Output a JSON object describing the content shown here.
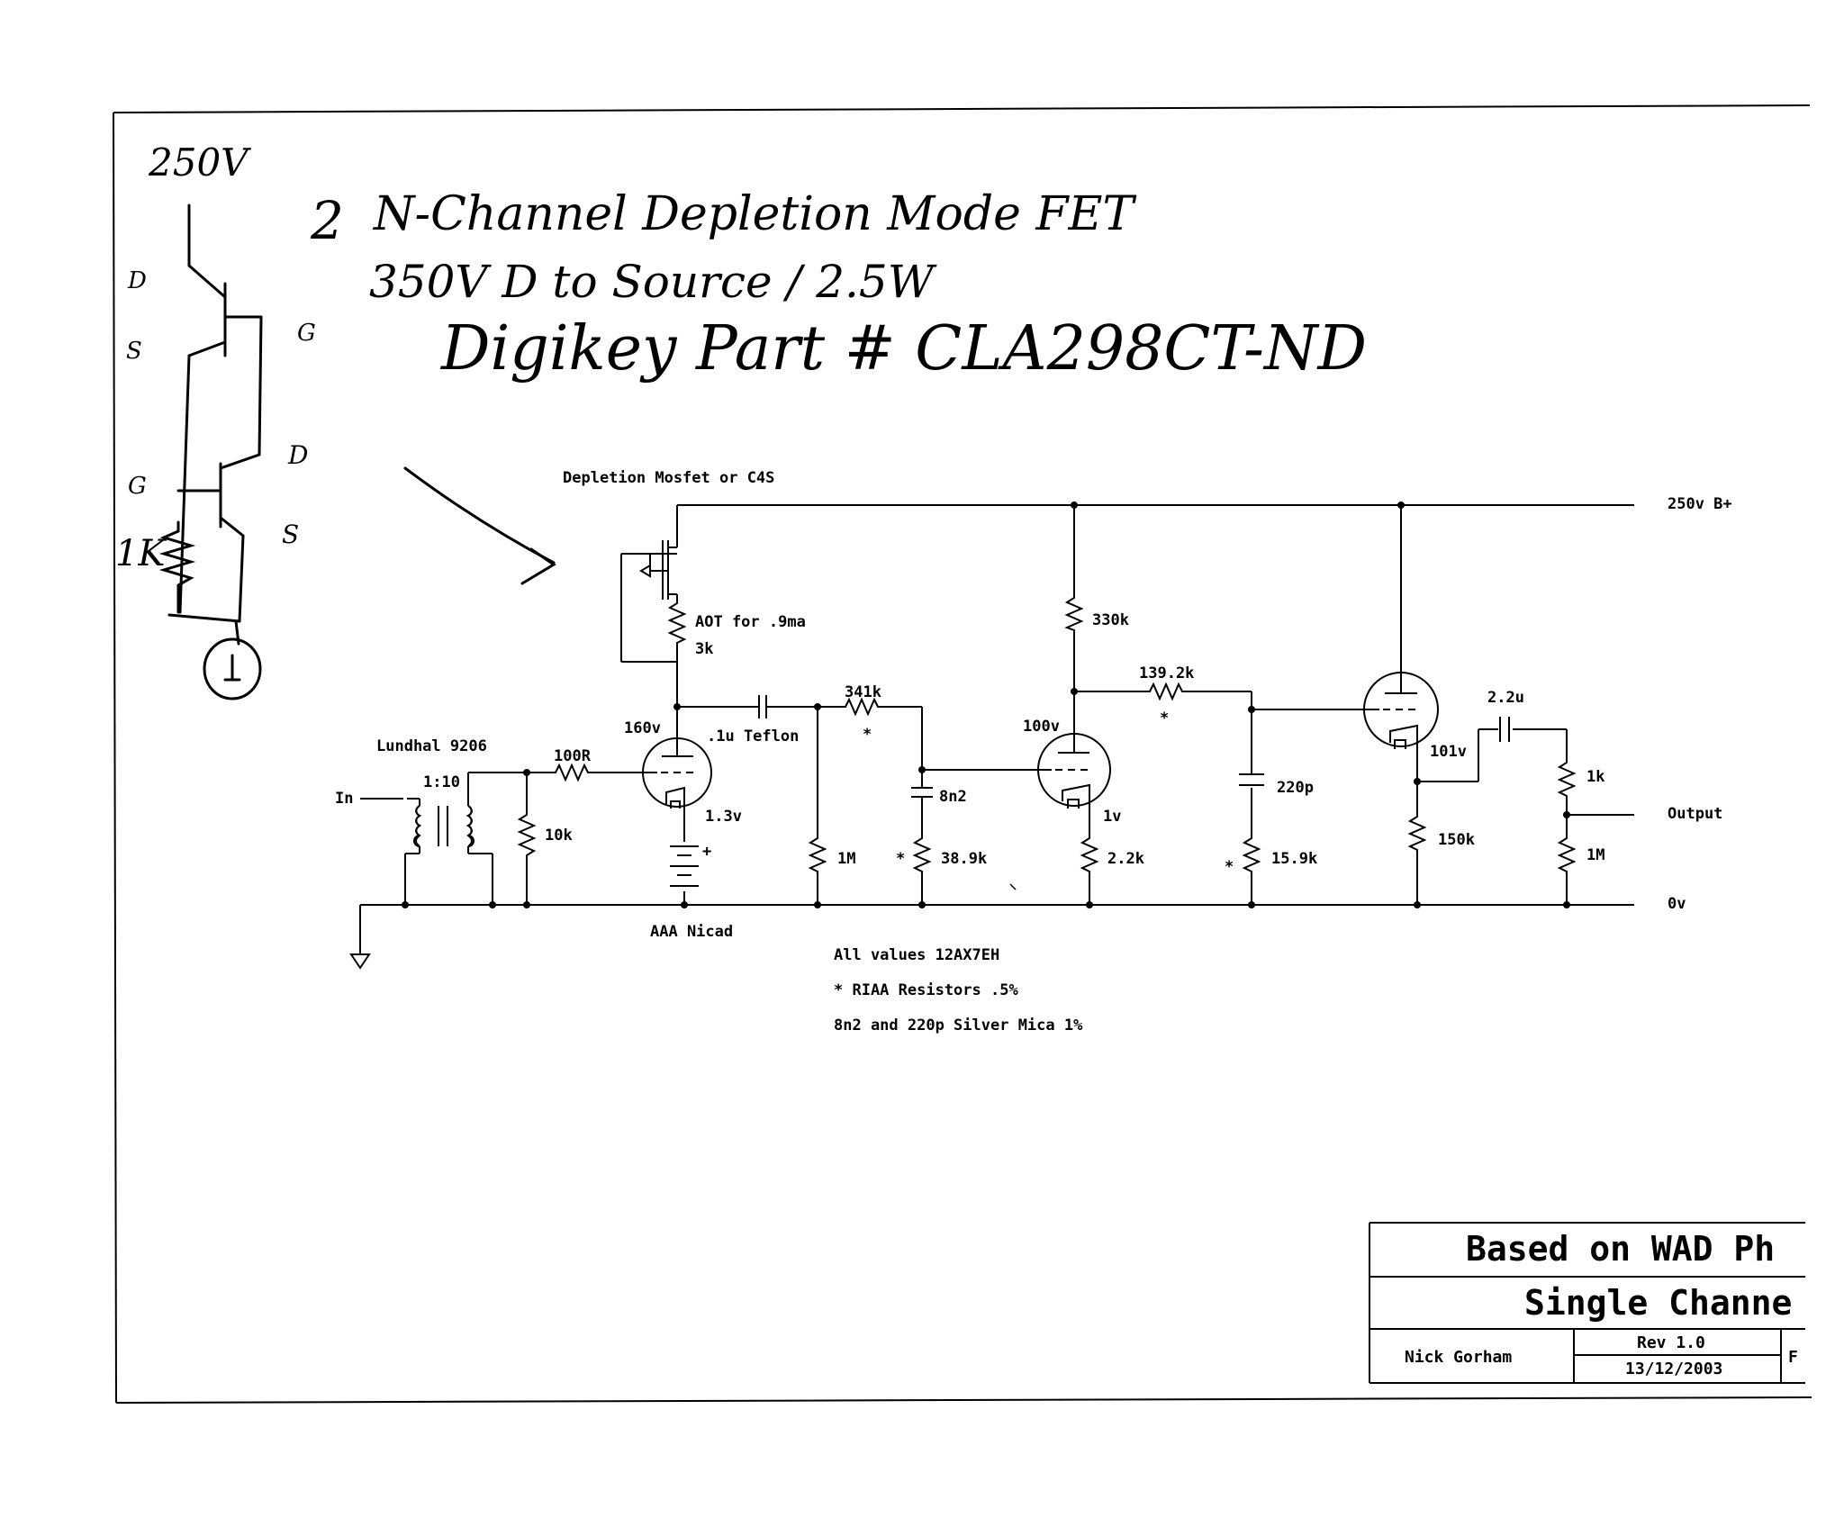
{
  "handwritten": {
    "supply": "250V",
    "count": "2",
    "line1": "N-Channel Depletion Mode FET",
    "line2": "350V D to Source / 2.5W",
    "line3": "Digikey Part # CLA298CT-ND",
    "pin_d_top": "D",
    "pin_s_top": "S",
    "pin_g_top": "G",
    "pin_d_bottom": "D",
    "pin_g_bottom": "G",
    "pin_s_bottom": "S",
    "resistor": "1K"
  },
  "schematic": {
    "ccs_label": "Depletion Mosfet or C4S",
    "rail_label": "250v B+",
    "ground_label": "0v",
    "input_label": "In",
    "output_label": "Output",
    "transformer_label": "Lundhal 9206",
    "transformer_ratio": "1:10",
    "r_input_shunt": "10k",
    "r_grid_stopper": "100R",
    "v1_plate_voltage": "160v",
    "v1_cathode_voltage": "1.3v",
    "battery_label": "AAA Nicad",
    "battery_plus": "+",
    "r_ccs_line1": "AOT for .9ma",
    "r_ccs_line2": "3k",
    "c_coupling_1": ".1u Teflon",
    "r_grid_leak_1": "1M",
    "r_riaa_1": "341k",
    "riaa_star_1": "*",
    "c_riaa_1": "8n2",
    "r_riaa_2": "38.9k",
    "riaa_star_2": "*",
    "v2_plate_voltage": "100v",
    "r_plate_2": "330k",
    "v2_cathode_voltage": "1v",
    "r_cathode_2": "2.2k",
    "r_riaa_3": "139.2k",
    "riaa_star_3": "*",
    "c_riaa_2": "220p",
    "r_riaa_4": "15.9k",
    "riaa_star_4": "*",
    "v3_cathode_voltage": "101v",
    "r_cathode_3": "150k",
    "c_output": "2.2u",
    "r_output_series": "1k",
    "r_output_shunt": "1M"
  },
  "notes": [
    "All values 12AX7EH",
    "* RIAA Resistors .5%",
    "8n2 and 220p Silver Mica 1%"
  ],
  "title_block": {
    "title": "Based on WAD Ph",
    "subtitle": "Single Channe",
    "author": "Nick Gorham",
    "revision": "Rev 1.0",
    "date": "13/12/2003",
    "page": "F"
  }
}
